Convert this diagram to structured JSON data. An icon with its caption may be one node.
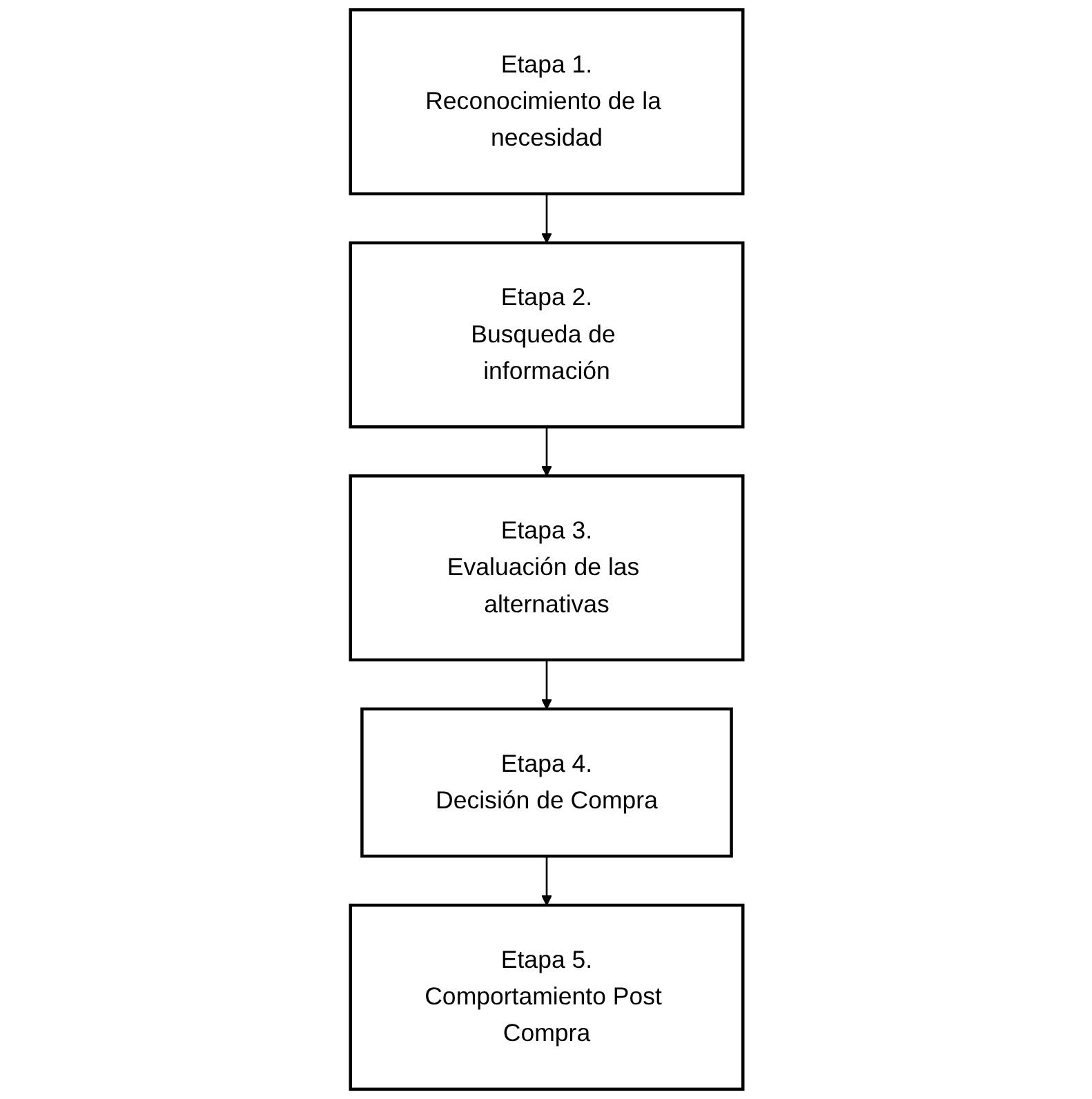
{
  "diagram": {
    "nodes": [
      {
        "text": [
          "Etapa 1.",
          "Reconocimiento de la necesidad"
        ]
      },
      {
        "text": [
          "Etapa 2.",
          "Busqueda de información"
        ]
      },
      {
        "text": [
          "Etapa 3.",
          "Evaluación de las alternativas"
        ]
      },
      {
        "text": [
          "Etapa 4.",
          "Decisión de Compra"
        ]
      },
      {
        "text": [
          "Etapa 5.",
          "Comportamiento Post Compra"
        ]
      }
    ],
    "edges": [
      {
        "from": 0,
        "to": 1,
        "arrow": "to"
      },
      {
        "from": 1,
        "to": 2,
        "arrow": "to"
      },
      {
        "from": 2,
        "to": 3,
        "arrow": "to"
      },
      {
        "from": 3,
        "to": 4,
        "arrow": "to"
      }
    ]
  }
}
